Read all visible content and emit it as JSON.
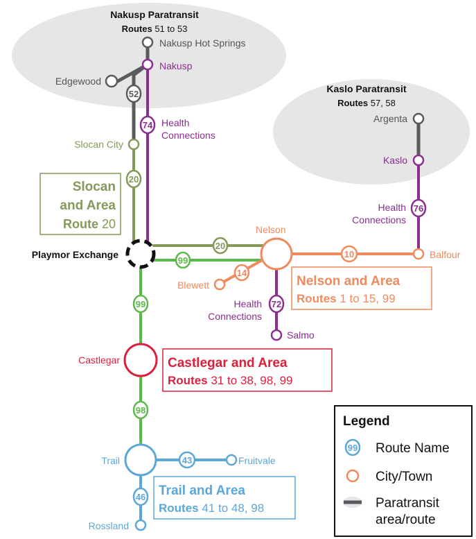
{
  "colors": {
    "slocan": "#84995a",
    "nelson": "#f08a5d",
    "castlegar": "#dc1f3c",
    "trail": "#5ca7d8",
    "green_route": "#5cb94b",
    "purple_route": "#8a2e8f",
    "paratransit": "#595b5e",
    "paratransit_area": "#e6e6e6",
    "exchange": "#111111"
  },
  "areas": {
    "nakusp": {
      "title": "Nakusp Paratransit",
      "routes_label": "Routes",
      "routes_range": " 51 to 53"
    },
    "kaslo": {
      "title": "Kaslo Paratransit",
      "routes_label": "Routes",
      "routes_range": " 57, 58"
    }
  },
  "stops": {
    "nakusp_hot_springs": "Nakusp Hot Springs",
    "nakusp": "Nakusp",
    "edgewood": "Edgewood",
    "health_nakusp_1": "Health",
    "health_nakusp_2": "Connections",
    "slocan_city": "Slocan City",
    "argenta": "Argenta",
    "kaslo": "Kaslo",
    "health_kaslo_1": "Health",
    "health_kaslo_2": "Connections",
    "nelson": "Nelson",
    "balfour": "Balfour",
    "playmor": "Playmor Exchange",
    "blewett": "Blewett",
    "health_salmo_1": "Health",
    "health_salmo_2": "Connections",
    "salmo": "Salmo",
    "castlegar": "Castlegar",
    "trail": "Trail",
    "fruitvale": "Fruitvale",
    "rossland": "Rossland"
  },
  "routes": {
    "r52": "52",
    "r74": "74",
    "r20a": "20",
    "r20b": "20",
    "r76": "76",
    "r99a": "99",
    "r10": "10",
    "r14": "14",
    "r99b": "99",
    "r72": "72",
    "r98": "98",
    "r43": "43",
    "r46": "46"
  },
  "region_boxes": {
    "slocan": {
      "line1": "Slocan",
      "line2": "and Area",
      "routes_label": "Route",
      "routes_range": " 20"
    },
    "nelson": {
      "line1": "Nelson and Area",
      "routes_label": "Routes",
      "routes_range": " 1 to 15, 99"
    },
    "castlegar": {
      "line1": "Castlegar and Area",
      "routes_label": "Routes",
      "routes_range": " 31 to 38, 98, 99"
    },
    "trail": {
      "line1": "Trail and Area",
      "routes_label": "Routes",
      "routes_range": " 41 to 48, 98"
    }
  },
  "legend": {
    "title": "Legend",
    "route_sample": "99",
    "route_name": "Route Name",
    "city_town": "City/Town",
    "paratransit_1": "Paratransit",
    "paratransit_2": "area/route"
  }
}
